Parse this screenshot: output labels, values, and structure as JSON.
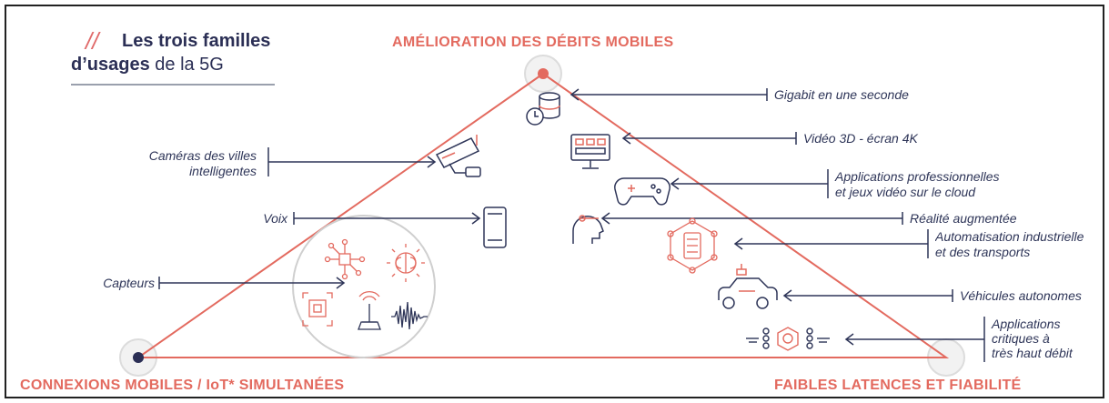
{
  "title": {
    "prefix": "//",
    "line1": "Les trois familles",
    "line2_bold": "d’usages",
    "line2_rest": " de la 5G"
  },
  "corners": {
    "top": "AMÉLIORATION DES DÉBITS MOBILES",
    "bottom_left": "CONNEXIONS MOBILES / IoT* SIMULTANÉES",
    "bottom_right": "FAIBLES LATENCES ET FIABILITÉ"
  },
  "labels_left": {
    "cameras_1": "Caméras des villes",
    "cameras_2": "intelligentes",
    "voix": "Voix",
    "capteurs": "Capteurs"
  },
  "labels_right": {
    "gigabit": "Gigabit en une seconde",
    "video": "Vidéo 3D - écran 4K",
    "apps_1": "Applications professionnelles",
    "apps_2": "et jeux vidéo sur le cloud",
    "realite": "Réalité augmentée",
    "auto_1": "Automatisation industrielle",
    "auto_2": "et des transports",
    "vehicules": "Véhicules autonomes",
    "crit_1": "Applications",
    "crit_2": "critiques à",
    "crit_3": "très haut débit"
  },
  "colors": {
    "navy": "#2e3558",
    "accent": "#e36a5f",
    "border": "#222222"
  }
}
